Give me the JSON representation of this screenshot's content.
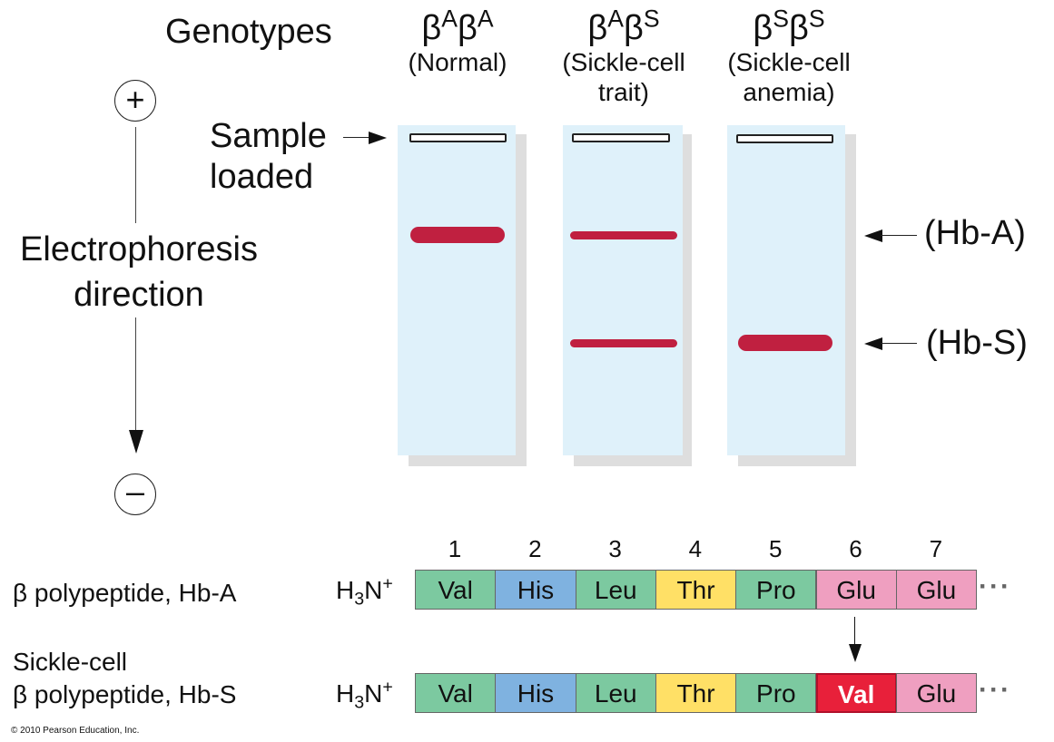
{
  "genotypes_label": "Genotypes",
  "columns": [
    {
      "symbol_a": "β",
      "sup_a": "A",
      "symbol_b": "β",
      "sup_b": "A",
      "line1": "(Normal)",
      "line2": ""
    },
    {
      "symbol_a": "β",
      "sup_a": "A",
      "symbol_b": "β",
      "sup_b": "S",
      "line1": "(Sickle-cell",
      "line2": "trait)"
    },
    {
      "symbol_a": "β",
      "sup_a": "S",
      "symbol_b": "β",
      "sup_b": "S",
      "line1": "(Sickle-cell",
      "line2": "anemia)"
    }
  ],
  "plus_sign": "+",
  "minus_sign": "–",
  "electrophoresis_line1": "Electrophoresis",
  "electrophoresis_line2": "direction",
  "sample_line1": "Sample",
  "sample_line2": "loaded",
  "hb_a_label": "(Hb-A)",
  "hb_s_label": "(Hb-S)",
  "band_color": "#c02040",
  "position_numbers": [
    "1",
    "2",
    "3",
    "4",
    "5",
    "6",
    "7"
  ],
  "hba_row": {
    "label": "β polypeptide, Hb-A",
    "residues": [
      "Val",
      "His",
      "Leu",
      "Thr",
      "Pro",
      "Glu",
      "Glu"
    ]
  },
  "hbs_row": {
    "label_line1": "Sickle-cell",
    "label_line2": "β polypeptide, Hb-S",
    "residues": [
      "Val",
      "His",
      "Leu",
      "Thr",
      "Pro",
      "Val",
      "Glu"
    ]
  },
  "terminal": {
    "h": "H",
    "sub": "3",
    "n": "N",
    "sup": "+"
  },
  "ellipsis": "···",
  "residue_colors": {
    "Val": "#7cc9a0",
    "His": "#7fb2e0",
    "Leu": "#7cc9a0",
    "Thr": "#ffe066",
    "Pro": "#7cc9a0",
    "Glu": "#ef9fc0",
    "Val-mutant": "#e8203a"
  },
  "copyright": "© 2010 Pearson Education, Inc."
}
